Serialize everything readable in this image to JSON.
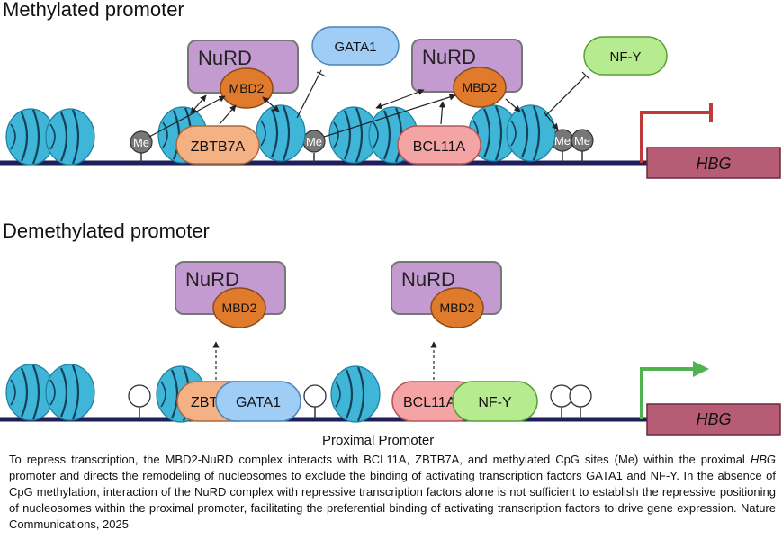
{
  "panels": {
    "top": {
      "title": "Methylated promoter",
      "complexes": [
        {
          "name": "NuRD",
          "subunit": "MBD2"
        },
        {
          "name": "NuRD",
          "subunit": "MBD2"
        }
      ],
      "repressors": [
        "ZBTB7A",
        "BCL11A"
      ],
      "activators": [
        "GATA1",
        "NF-Y"
      ],
      "methyl_marks": [
        "Me",
        "Me",
        "Me",
        "Me"
      ],
      "gene": "HBG"
    },
    "bottom": {
      "title": "Demethylated promoter",
      "complexes": [
        {
          "name": "NuRD",
          "subunit": "MBD2"
        },
        {
          "name": "NuRD",
          "subunit": "MBD2"
        }
      ],
      "bound_pairs": [
        {
          "repressor": "ZBTB7A",
          "activator": "GATA1"
        },
        {
          "repressor": "BCL11A",
          "activator": "NF-Y"
        }
      ],
      "region_label": "Proximal Promoter",
      "gene": "HBG"
    }
  },
  "caption": {
    "part1": "To repress transcription, the MBD2-NuRD complex interacts with BCL11A, ZBTB7A, and methylated CpG sites (Me) within the proximal ",
    "gene": "HBG",
    "part2": " promoter and directs the remodeling of nucleosomes to exclude the binding of activating transcription factors GATA1 and NF-Y. In the absence of CpG methylation, interaction of the NuRD complex with repressive transcription factors alone is not sufficient to establish the repressive positioning of nucleosomes within the proximal promoter, facilitating the preferential binding of activating transcription factors to drive gene expression. Nature Communications, 2025"
  },
  "colors": {
    "nurd": "#c49bd0",
    "mbd2": "#e07b2e",
    "nucleosome": "#3fb5d8",
    "zbtb7a": "#f4b184",
    "bcl11a": "#f4a4a4",
    "gata1": "#9fcdf6",
    "nfy": "#b6ec8f",
    "gene_box": "#b65c74",
    "dna": "#1e1e58",
    "repressed_arrow": "#c0393b",
    "active_arrow": "#4fb44f"
  }
}
